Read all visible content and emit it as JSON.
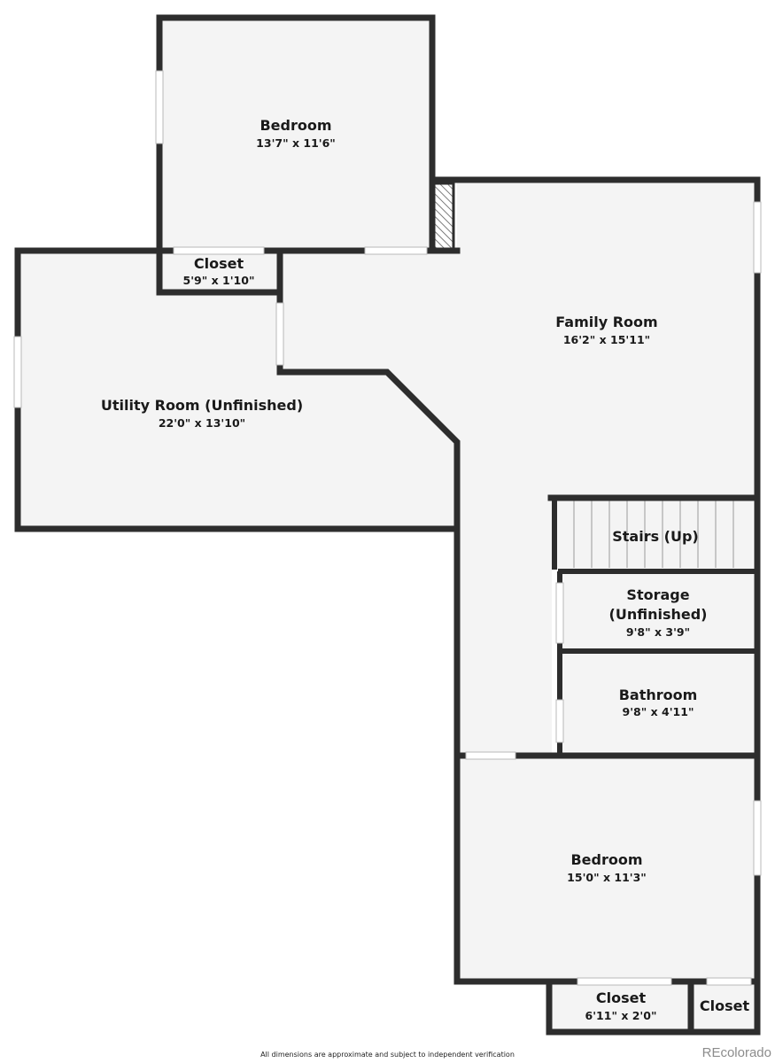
{
  "rooms": {
    "bedroom_top": {
      "name": "Bedroom",
      "dims": "13'7\" x 11'6\""
    },
    "closet_top": {
      "name": "Closet",
      "dims": "5'9\" x 1'10\""
    },
    "family_room": {
      "name": "Family Room",
      "dims": "16'2\" x 15'11\""
    },
    "utility_room": {
      "name": "Utility Room (Unfinished)",
      "dims": "22'0\" x 13'10\""
    },
    "stairs": {
      "name": "Stairs (Up)"
    },
    "storage": {
      "name_line1": "Storage",
      "name_line2": "(Unfinished)",
      "dims": "9'8\" x 3'9\""
    },
    "bathroom": {
      "name": "Bathroom",
      "dims": "9'8\" x 4'11\""
    },
    "bedroom_bottom": {
      "name": "Bedroom",
      "dims": "15'0\" x 11'3\""
    },
    "closet_bottom": {
      "name": "Closet",
      "dims": "6'11\" x 2'0\""
    },
    "closet_small": {
      "name": "Closet"
    }
  },
  "footer": {
    "disclaimer": "All dimensions are approximate and subject to independent verification",
    "watermark": "REcolorado"
  },
  "colors": {
    "wall": "#2d2d2d",
    "floor": "#f4f4f4",
    "background": "#ffffff"
  }
}
